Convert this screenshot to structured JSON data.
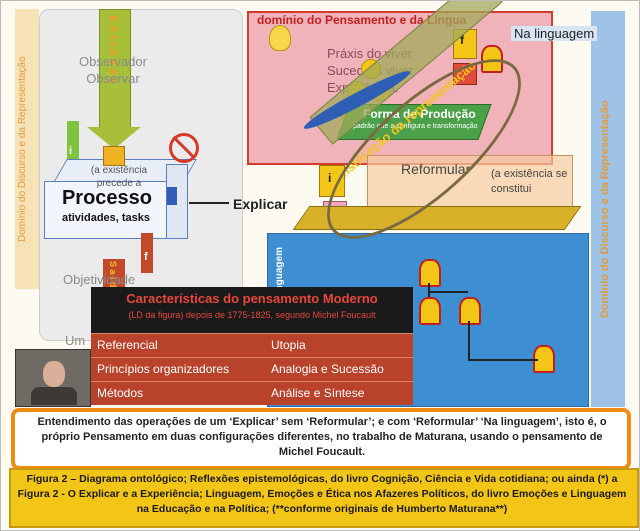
{
  "diagram": {
    "left_vertical_label": "Domínio do Discurso e da Representação",
    "right_vertical_label": "Domínio do Discurso e da Representação",
    "entradas_label": "E n t r a d a s",
    "saidas_label": "S a í d a s",
    "observador_label": "Observador Observar",
    "existence_precedes": "(a existência precede a",
    "process_title": "Processo",
    "process_subtitle": "atividades, tasks",
    "explicar_label": "Explicar",
    "objetividade_label": "Objetividade",
    "um_label": "Um",
    "top_domain_title": "domínio do Pensamento e da Língua",
    "na_linguagem": "Na linguagem",
    "praxis_label": "Práxis do viver Sucede o viver Experiência.",
    "forma_producao": "Forma de Produção",
    "forma_producao_sub": "padrão que a configura e transformação",
    "instituicao_label": "instituição da representação",
    "reformular_label": "Reformular",
    "existence_constitui": "(a existência se constitui",
    "linguagem_label": "linguagem",
    "info_i": "i",
    "info_f": "f"
  },
  "table": {
    "title": "Características do pensamento Moderno",
    "subtitle": "(LD da figura) depois de 1775-1825, segundo Michel Foucault",
    "rows": [
      {
        "left": "Referencial",
        "right": "Utopia"
      },
      {
        "left": "Princípios organizadores",
        "right": "Analogia e Sucessão"
      },
      {
        "left": "Métodos",
        "right": "Análise e Síntese"
      }
    ]
  },
  "caption_main": "Entendimento das operações de um ‘Explicar’ sem ‘Reformular’; e com ‘Reformular’ ‘Na linguagem’, isto é, o próprio Pensamento em duas configurações diferentes, no trabalho de Maturana, usando o pensamento de Michel Foucault.",
  "caption_figure": "Figura 2 – Diagrama ontológico; Reflexões epistemológicas, do livro Cognição, Ciência e Vida cotidiana; ou ainda (*) a Figura 2 - O Explicar e a Experiência; Linguagem, Emoções e Ética nos Afazeres Políticos, do livro Emoções e Linguagem na Educação e na Política; (**conforme originais de Humberto Maturana**)",
  "colors": {
    "table_bg": "#b9422b",
    "caption_border": "#f08a12",
    "figure_caption_bg": "#f3c516",
    "blue_area": "#3d8fd1"
  }
}
